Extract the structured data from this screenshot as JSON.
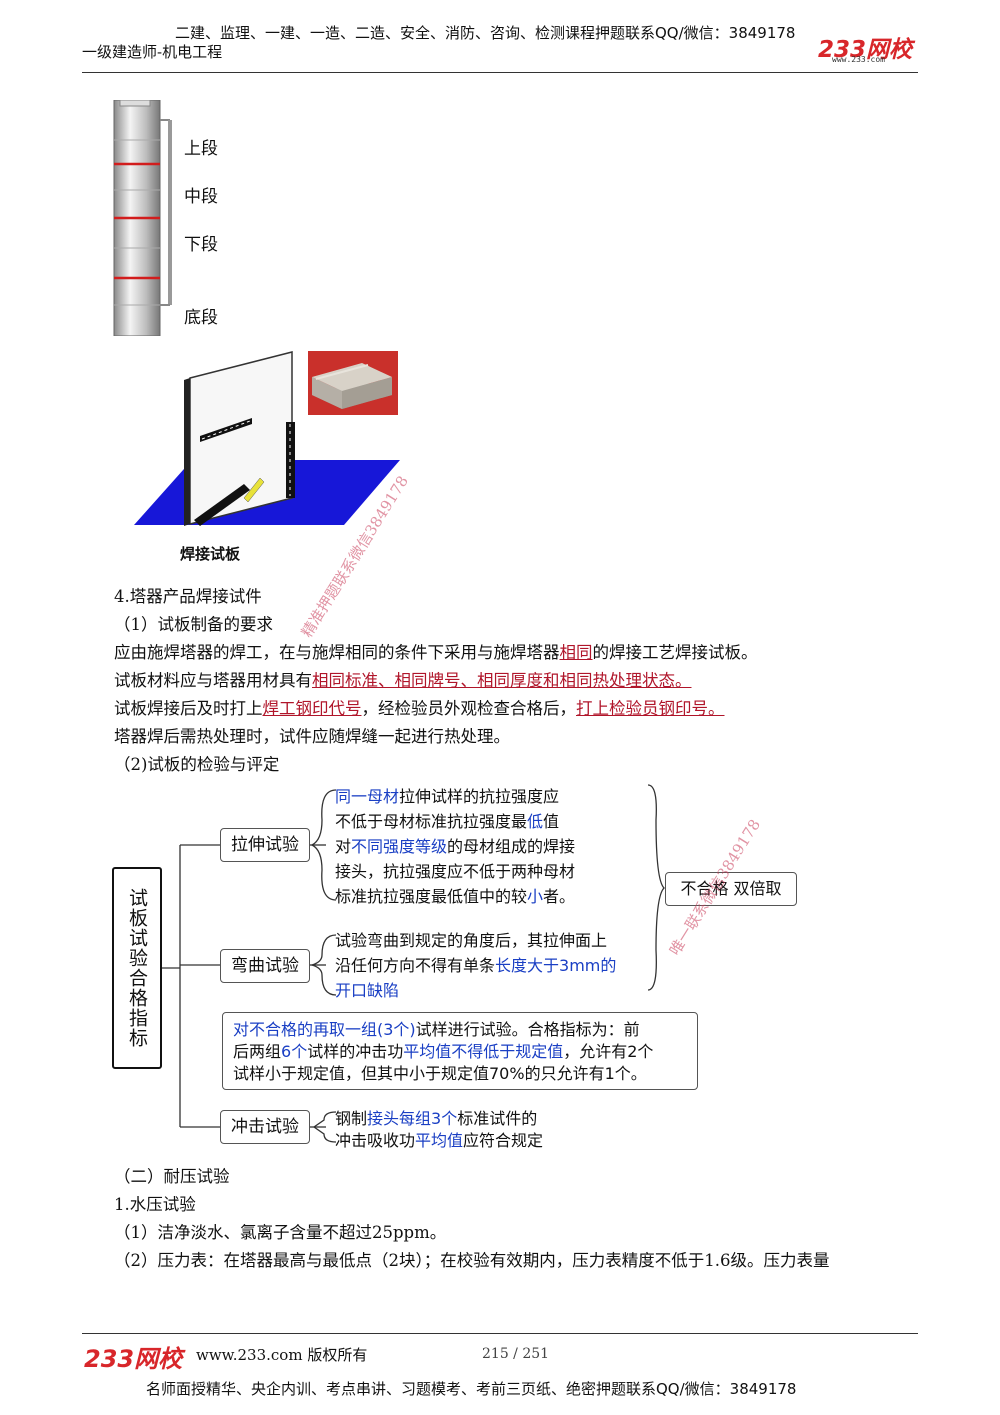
{
  "header": {
    "promo": "二建、监理、一建、一造、二造、安全、消防、咨询、检测课程押题联系QQ/微信：3849178",
    "subject": "一级建造师-机电工程",
    "logo": "233网校",
    "logo_url": "www.233.com"
  },
  "figure_tower": {
    "labels": [
      "上段",
      "中段",
      "下段",
      "底段"
    ]
  },
  "figure_plate": {
    "caption": "焊接试板"
  },
  "watermark": "精准押题联系微信3849178",
  "watermark2": "唯一联系微信3849178",
  "content": {
    "h4": "4.塔器产品焊接试件",
    "h4_1": "（1）试板制备的要求",
    "p1_a": "应由施焊塔器的焊工，在与施焊相同的条件下采用与施焊塔器",
    "p1_b": "相同",
    "p1_c": "的焊接工艺焊接试板。",
    "p2_a": "试板材料应与塔器用材具有",
    "p2_b": "相同标准、相同牌号、相同厚度和相同热处理状态。",
    "p3_a": "试板焊接后及时打上",
    "p3_b": "焊工钢印代号",
    "p3_c": "，经检验员外观检查合格后，",
    "p3_d": "打上检验员钢印号。",
    "p4": "塔器焊后需热处理时，试件应随焊缝一起进行热处理。",
    "h4_2": "（2)试板的检验与评定"
  },
  "mindmap": {
    "root": "试板试验合格指标",
    "tensile": {
      "label": "拉伸试验",
      "l1_blue": "同一母材",
      "l1_rest": "拉伸试样的抗拉强度应",
      "l2": "不低于母材标准抗拉强度最",
      "l2_blue": "低",
      "l2_end": "值",
      "l3_a": "对",
      "l3_blue": "不同强度等级",
      "l3_c": "的母材组成的焊接",
      "l4": "接头，抗拉强度应不低于两种母材",
      "l5_a": "标准抗拉强度最低值中的较",
      "l5_blue": "小",
      "l5_c": "者。"
    },
    "fail": "不合格 双倍取",
    "bend": {
      "label": "弯曲试验",
      "l1": "试验弯曲到规定的角度后，其拉伸面上",
      "l2_a": "沿任何方向不得有单条",
      "l2_blue": "长度大于3mm的",
      "l3_blue": "开口缺陷"
    },
    "retest": {
      "l1_blue": "对不合格的再取一组(3个)",
      "l1_rest": "试样进行试验。合格指标为：前",
      "l2_a": "后两组",
      "l2_blue1": "6个",
      "l2_b": "试样的冲击功",
      "l2_blue2": "平均值不得低于规定值",
      "l2_c": "，允许有2个",
      "l3": "试样小于规定值，但其中小于规定值70%的只允许有1个。"
    },
    "impact": {
      "label": "冲击试验",
      "l1_a": "钢制",
      "l1_blue": "接头每组3个",
      "l1_c": "标准试件的",
      "l2_a": "冲击吸收功",
      "l2_blue": "平均值",
      "l2_c": "应符合规定"
    }
  },
  "content2": {
    "h2": "（二）耐压试验",
    "h3": "1.水压试验",
    "p1": "（1）洁净淡水、氯离子含量不超过25ppm。",
    "p2": "（2）压力表：在塔器最高与最低点（2块）；在校验有效期内，压力表精度不低于1.6级。压力表量"
  },
  "footer": {
    "logo": "233网校",
    "site": "www.233.com 版权所有",
    "pages": "215 / 251",
    "promo": "名师面授精华、央企内训、考点串讲、习题模考、考前三页纸、绝密押题联系QQ/微信：3849178"
  }
}
